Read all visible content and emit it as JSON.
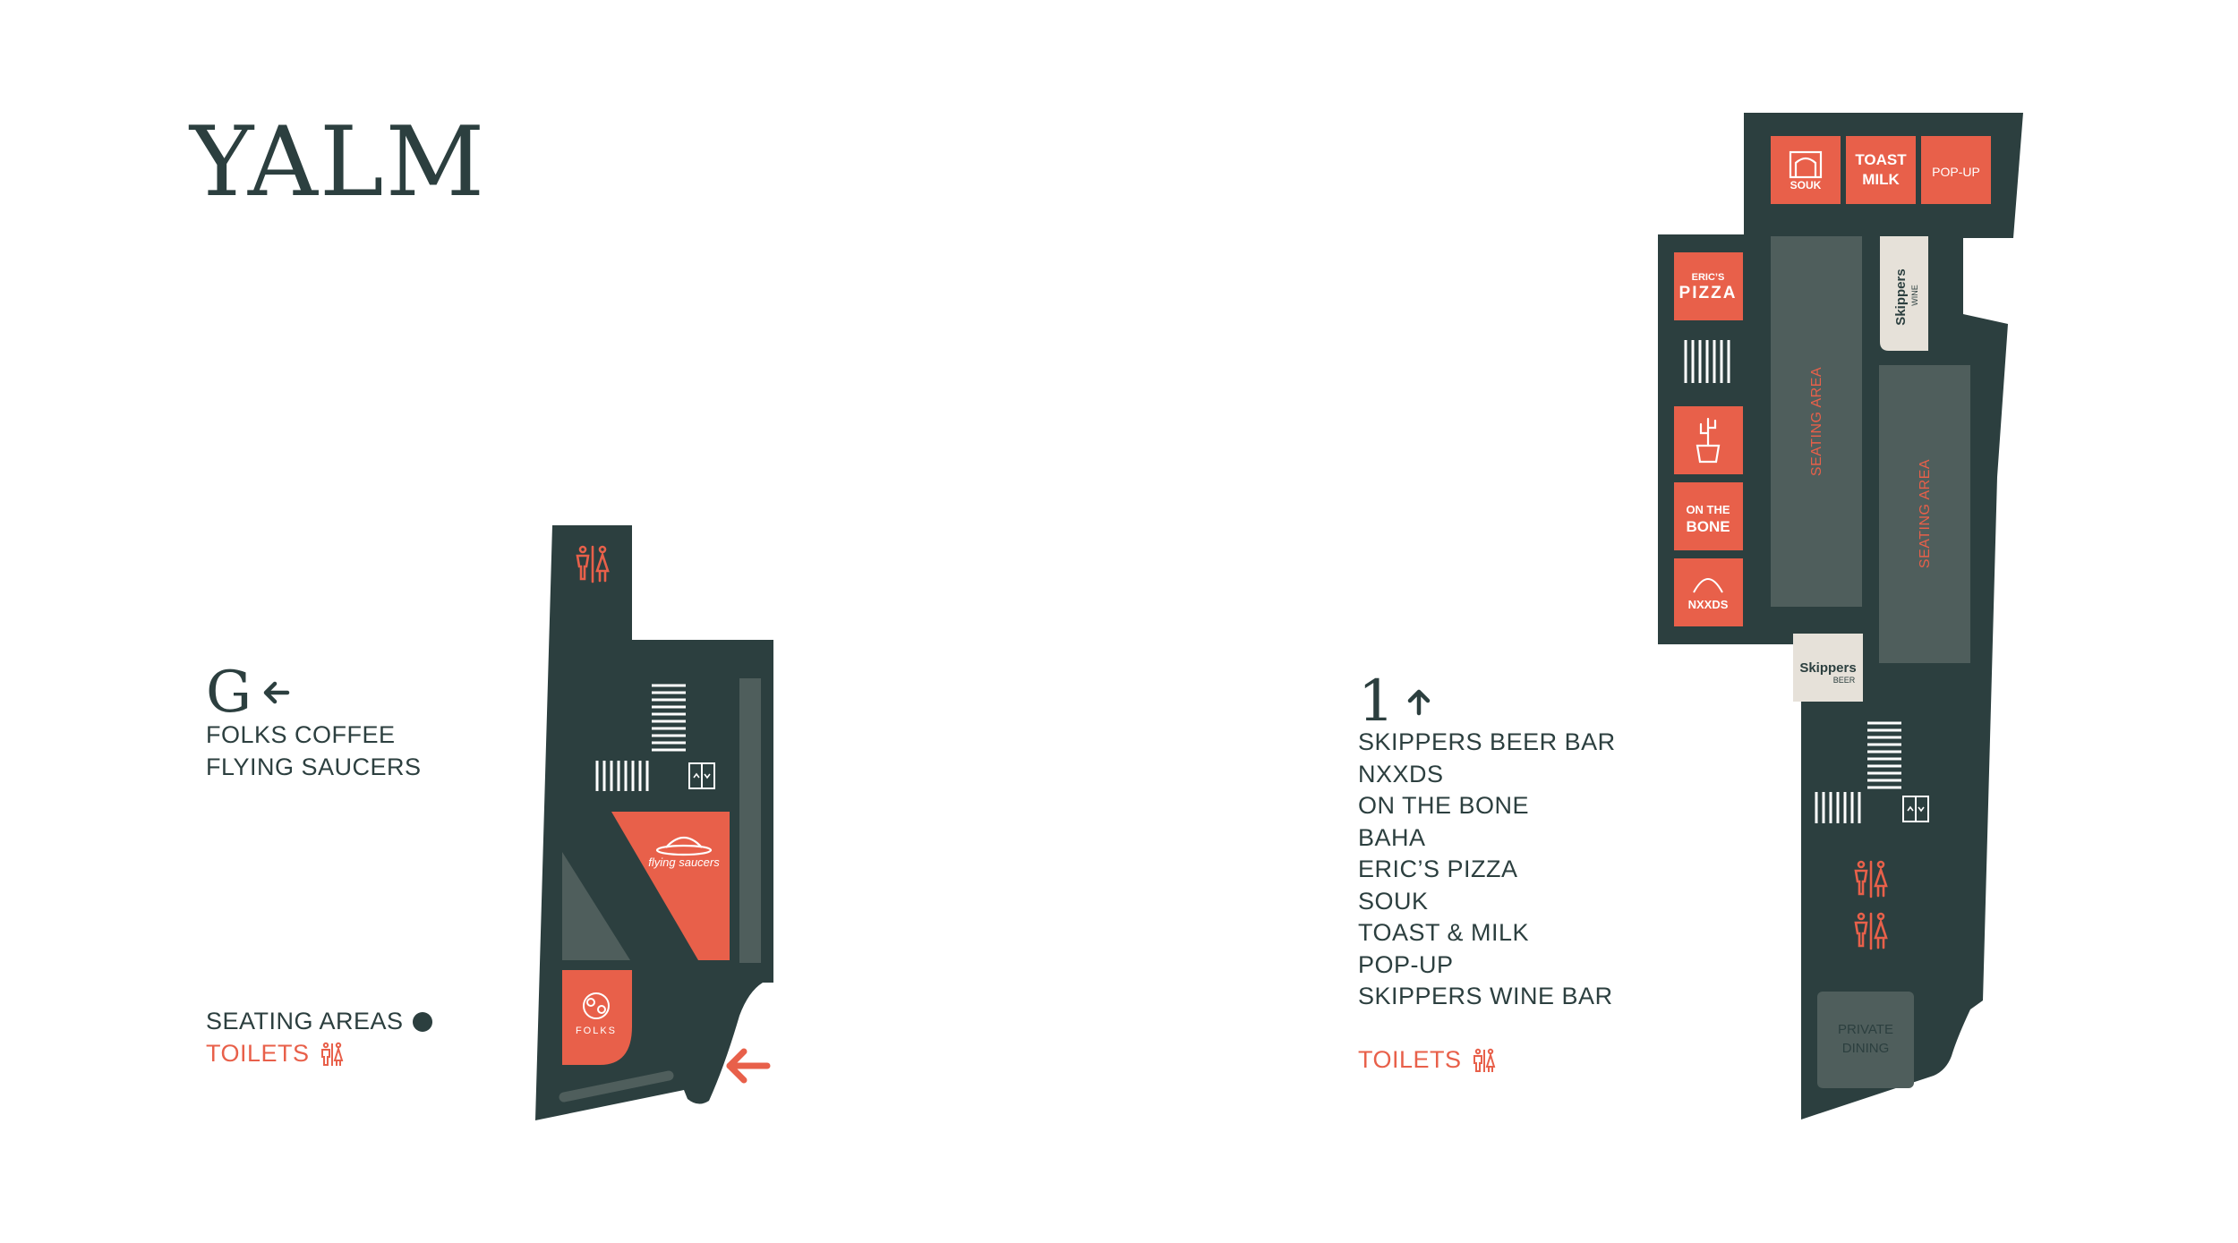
{
  "brand": "YALM",
  "ground": {
    "level": "G",
    "tenants": [
      "FOLKS COFFEE",
      "FLYING SAUCERS"
    ],
    "legend": {
      "seating": "SEATING AREAS",
      "toilets": "TOILETS"
    },
    "map": {
      "folks": "FOLKS",
      "flying_saucers": "flying saucers"
    }
  },
  "first": {
    "level": "1",
    "tenants": [
      "SKIPPERS BEER BAR",
      "NXXDS",
      "ON THE BONE",
      "BAHA",
      "ERIC’S PIZZA",
      "SOUK",
      "TOAST & MILK",
      "POP-UP",
      "SKIPPERS WINE BAR"
    ],
    "legend": {
      "toilets": "TOILETS"
    },
    "map": {
      "souk": "SOUK",
      "toast_line1": "TOAST",
      "toast_line2": "MILK",
      "popup": "POP-UP",
      "erics_line1": "ERIC’S",
      "erics_line2": "PIZZA",
      "on_the_bone_line1": "ON THE",
      "on_the_bone_line2": "BONE",
      "nxxds": "NXXDS",
      "seating_1": "SEATING AREA",
      "seating_2": "SEATING AREA",
      "skippers_wine": "Skippers",
      "skippers_wine_sub": "WINE",
      "skippers_beer": "Skippers",
      "skippers_beer_sub": "BEER",
      "private_line1": "PRIVATE",
      "private_line2": "DINING"
    }
  },
  "colors": {
    "dark": "#2c3f3f",
    "seating": "#4f5e5c",
    "accent": "#e8604a",
    "light": "#e6e1d9",
    "white": "#ffffff"
  }
}
